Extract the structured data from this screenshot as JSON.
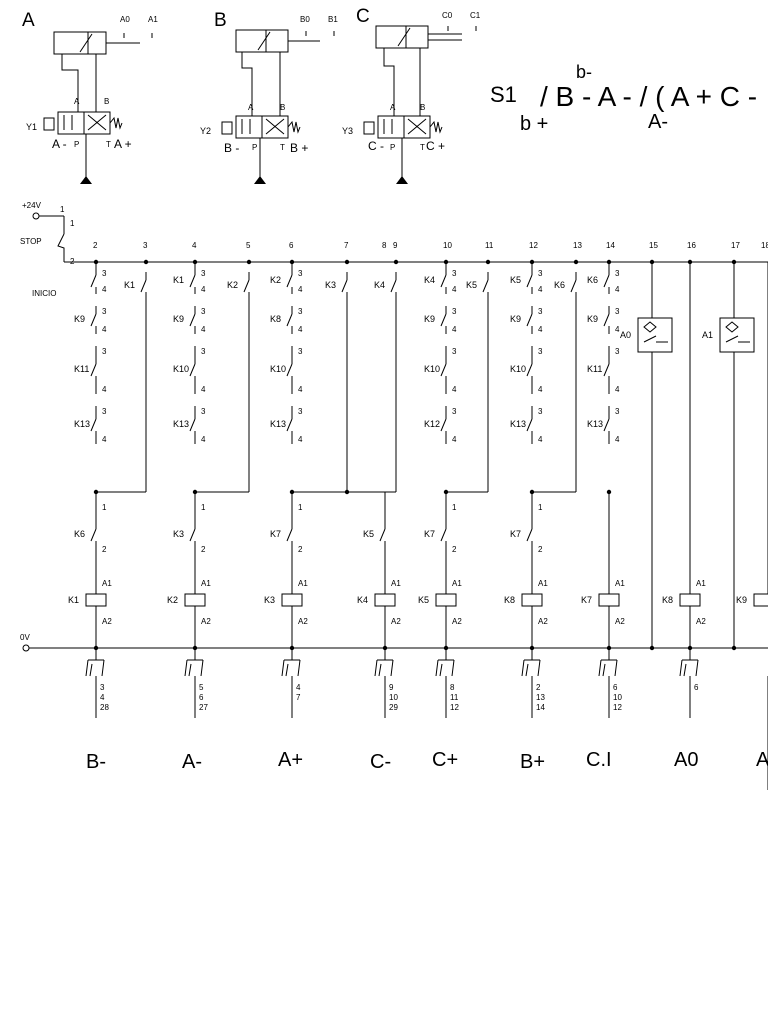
{
  "cylinders": [
    {
      "name": "A",
      "sensors": [
        "A0",
        "A1"
      ],
      "valve": "Y1",
      "left_label": "A -",
      "right_label": "A +",
      "ports": [
        "A",
        "B",
        "P",
        "T"
      ]
    },
    {
      "name": "B",
      "sensors": [
        "B0",
        "B1"
      ],
      "valve": "Y2",
      "left_label": "B -",
      "right_label": "B +",
      "ports": [
        "A",
        "B",
        "P",
        "T"
      ]
    },
    {
      "name": "C",
      "sensors": [
        "C0",
        "C1"
      ],
      "valve": "Y3",
      "left_label": "C -",
      "right_label": "C +",
      "ports": [
        "A",
        "B",
        "P",
        "T"
      ]
    }
  ],
  "sequence": {
    "start": "S1",
    "text": "/ B - A - / ( A + C -",
    "above": "b-",
    "below_left": "b +",
    "below_right": "A-",
    "colors": {
      "start": "#1a8a1a",
      "above": "#8b1a1a",
      "below_left": "#1a8a1a",
      "below_right": "#1a1acc"
    }
  },
  "supply": {
    "plus": "+24V",
    "zero": "0V",
    "stop": "STOP",
    "inicio": "INICIO"
  },
  "line_numbers": [
    "1",
    "2",
    "3",
    "4",
    "5",
    "6",
    "7",
    "8",
    "9",
    "10",
    "11",
    "12",
    "13",
    "14",
    "15",
    "16",
    "17",
    "18"
  ],
  "coils": [
    "K1",
    "K2",
    "K3",
    "K4",
    "K5",
    "K6",
    "K7",
    "K8",
    "K9"
  ],
  "bottom_labels": [
    "B-",
    "A-",
    "A+",
    "C-",
    "C+",
    "B+",
    "C.I",
    "A0",
    "A"
  ],
  "contact_refs": [
    [
      "3",
      "4",
      "28"
    ],
    [
      "5",
      "6",
      "27"
    ],
    [
      "4",
      "7"
    ],
    [
      "9",
      "10",
      "29"
    ],
    [
      "8",
      "11",
      "12"
    ],
    [
      "2",
      "13",
      "14"
    ],
    [
      "6",
      "10",
      "12"
    ],
    [
      "6"
    ]
  ]
}
